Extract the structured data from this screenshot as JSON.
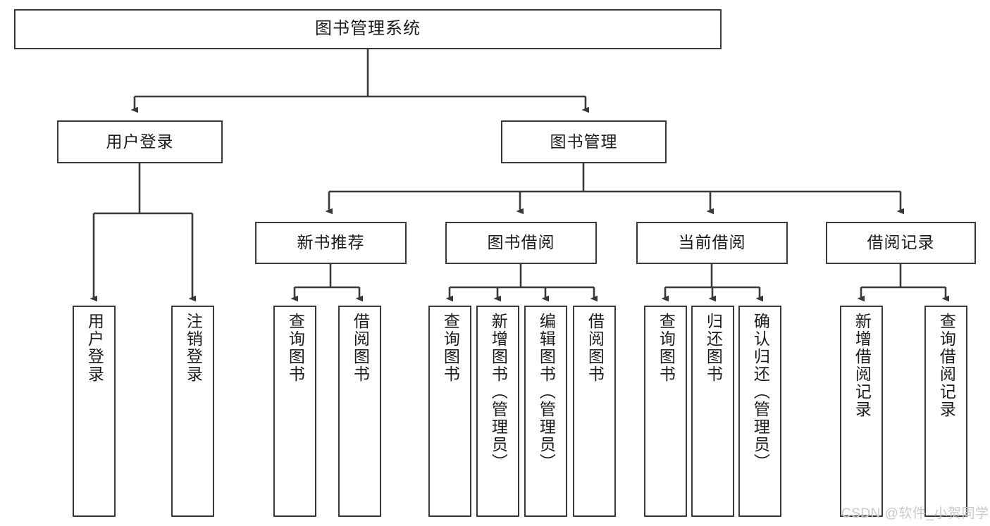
{
  "diagram": {
    "title": "图书管理系统",
    "type": "hierarchy-tree",
    "stroke_color": "#3a3a3a",
    "text_color": "#1b1b1b",
    "background": "#ffffff"
  },
  "root": {
    "label": "图书管理系统"
  },
  "level1": [
    {
      "label": "用户登录"
    },
    {
      "label": "图书管理"
    }
  ],
  "level2": [
    {
      "label": "新书推荐"
    },
    {
      "label": "图书借阅"
    },
    {
      "label": "当前借阅"
    },
    {
      "label": "借阅记录"
    }
  ],
  "leaves": [
    {
      "label": "用户登录",
      "parent": "用户登录"
    },
    {
      "label": "注销登录",
      "parent": "用户登录"
    },
    {
      "label": "查询图书",
      "parent": "新书推荐"
    },
    {
      "label": "借阅图书",
      "parent": "新书推荐"
    },
    {
      "label": "查询图书",
      "parent": "图书借阅"
    },
    {
      "label": "新增图书（管理员）",
      "parent": "图书借阅"
    },
    {
      "label": "编辑图书（管理员）",
      "parent": "图书借阅"
    },
    {
      "label": "借阅图书",
      "parent": "图书借阅"
    },
    {
      "label": "查询图书",
      "parent": "当前借阅"
    },
    {
      "label": "归还图书",
      "parent": "当前借阅"
    },
    {
      "label": "确认归还（管理员）",
      "parent": "当前借阅"
    },
    {
      "label": "新增借阅记录",
      "parent": "借阅记录"
    },
    {
      "label": "查询借阅记录",
      "parent": "借阅记录"
    }
  ],
  "watermark": {
    "text": "CSDN @软件_小贺同学"
  }
}
